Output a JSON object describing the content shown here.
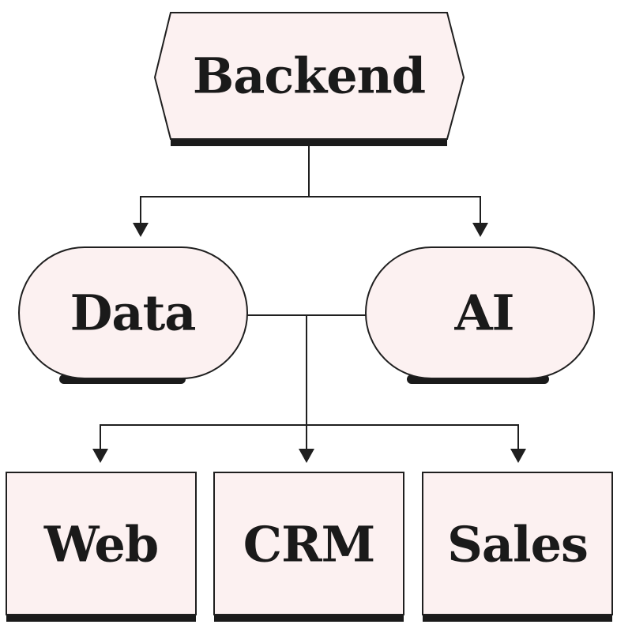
{
  "diagram": {
    "node_fill": "#fcf1f1",
    "stroke_color": "#1f1f1f",
    "nodes": [
      {
        "id": "backend",
        "label": "Backend",
        "shape": "hexagon"
      },
      {
        "id": "data",
        "label": "Data",
        "shape": "stadium"
      },
      {
        "id": "ai",
        "label": "AI",
        "shape": "stadium"
      },
      {
        "id": "web",
        "label": "Web",
        "shape": "rectangle"
      },
      {
        "id": "crm",
        "label": "CRM",
        "shape": "rectangle"
      },
      {
        "id": "sales",
        "label": "Sales",
        "shape": "rectangle"
      }
    ],
    "edges": [
      {
        "from": "backend",
        "to": "data"
      },
      {
        "from": "backend",
        "to": "ai"
      },
      {
        "from": "data",
        "to": "web"
      },
      {
        "from": "data",
        "to": "crm"
      },
      {
        "from": "data",
        "to": "sales"
      },
      {
        "from": "ai",
        "to": "web"
      },
      {
        "from": "ai",
        "to": "crm"
      },
      {
        "from": "ai",
        "to": "sales"
      }
    ]
  }
}
